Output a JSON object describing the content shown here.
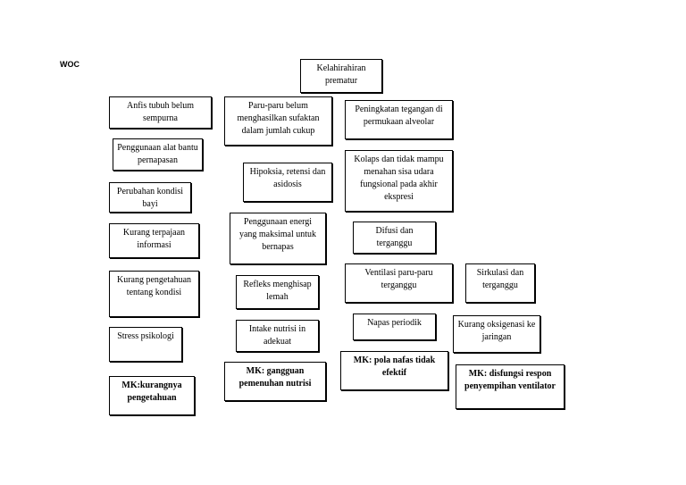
{
  "title": "WOC",
  "nodes": {
    "root": "Kelahirahiran prematur",
    "n1": "Anfis tubuh belum sempurna",
    "n2": "Penggunaan alat bantu pernapasan",
    "n3": "Perubahan kondisi bayi",
    "n4": "Kurang terpajaan informasi",
    "n5": "Kurang pengetahuan tentang kondisi",
    "n6": "Stress psikologi",
    "mk1": "MK:kurangnya pengetahuan",
    "n7": "Paru-paru belum menghasilkan sufaktan dalam jumlah cukup",
    "n8": "Hipoksia, retensi dan asidosis",
    "n9": "Penggunaan energi yang maksimal untuk bernapas",
    "n10": "Refleks menghisap lemah",
    "n11": "Intake nutrisi in adekuat",
    "mk2": "MK: gangguan pemenuhan nutrisi",
    "n12": "Peningkatan tegangan di permukaan alveolar",
    "n13": "Kolaps dan tidak mampu menahan sisa udara fungsional pada akhir ekspresi",
    "n14": "Difusi dan terganggu",
    "n15": "Ventilasi paru-paru terganggu",
    "n16": "Napas periodik",
    "mk3": "MK: pola nafas tidak efektif",
    "n17": "Sirkulasi dan terganggu",
    "n18": "Kurang oksigenasi ke jaringan",
    "mk4": "MK: disfungsi respon penyempihan ventilator"
  }
}
